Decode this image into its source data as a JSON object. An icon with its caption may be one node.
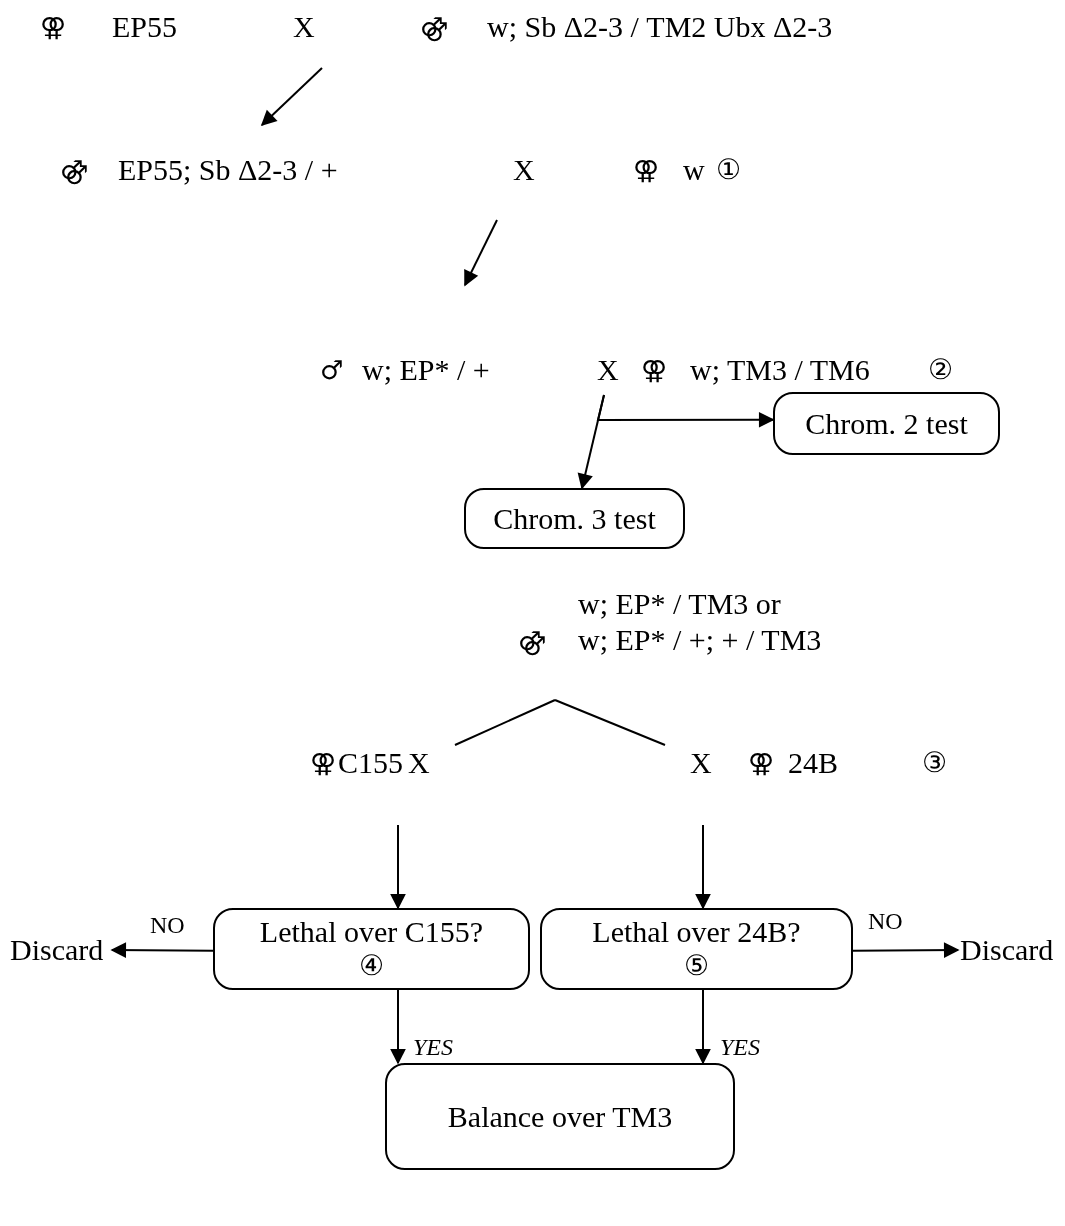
{
  "diagram": {
    "nodes": [
      {
        "text": [
          "⚢",
          "EP55",
          "X",
          "⚣",
          "w; Sb Δ2-3 / TM2 Ubx Δ2-3"
        ]
      },
      {
        "text": [
          "⚣",
          "EP55; Sb Δ2-3 / +",
          "X",
          "⚢",
          "w",
          "①"
        ]
      },
      {
        "text": [
          "♂",
          "w; EP* / +",
          "X",
          "⚢",
          "w; TM3 / TM6",
          "②"
        ]
      },
      {
        "text": [
          "Chrom. 2 test"
        ]
      },
      {
        "text": [
          "Chrom. 3 test"
        ]
      },
      {
        "text": [
          "⚣",
          "w; EP* / TM3 or",
          "w; EP* / +; + / TM3"
        ]
      },
      {
        "text": [
          "⚢",
          "C155",
          "X"
        ]
      },
      {
        "text": [
          "X",
          "⚢",
          "24B",
          "③"
        ]
      },
      {
        "text": [
          "Discard"
        ]
      },
      {
        "text": [
          "Lethal over C155?",
          "④"
        ]
      },
      {
        "text": [
          "Lethal over 24B?",
          "⑤"
        ]
      },
      {
        "text": [
          "Discard"
        ]
      },
      {
        "text": [
          "Balance over TM3"
        ]
      }
    ],
    "edges": [
      {
        "from": 0,
        "to": 1,
        "arrow": "to"
      },
      {
        "from": 1,
        "to": 2,
        "arrow": "to"
      },
      {
        "from": 2,
        "to": 4,
        "arrow": "to"
      },
      {
        "from": 2,
        "to": 3,
        "arrow": "to"
      },
      {
        "from": 5,
        "to": 6,
        "arrow": "none"
      },
      {
        "from": 5,
        "to": 7,
        "arrow": "none"
      },
      {
        "from": 6,
        "to": 9,
        "arrow": "to"
      },
      {
        "from": 7,
        "to": 10,
        "arrow": "to"
      },
      {
        "from": 9,
        "to": 8,
        "arrow": "to",
        "label": "NO"
      },
      {
        "from": 10,
        "to": 11,
        "arrow": "to",
        "label": "NO"
      },
      {
        "from": 9,
        "to": 12,
        "arrow": "to",
        "label": "YES"
      },
      {
        "from": 10,
        "to": 12,
        "arrow": "to",
        "label": "YES"
      }
    ]
  }
}
